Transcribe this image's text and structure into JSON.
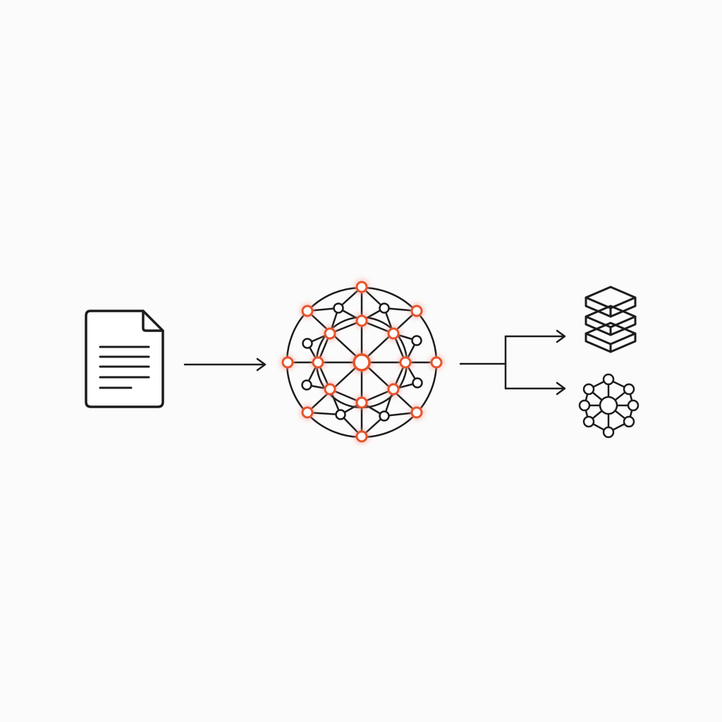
{
  "diagram": {
    "stages": [
      {
        "id": "input",
        "icon": "document-icon"
      },
      {
        "id": "processing",
        "icon": "neural-network-globe-icon"
      },
      {
        "id": "output-storage",
        "icon": "database-stack-icon"
      },
      {
        "id": "output-graph",
        "icon": "knowledge-graph-icon"
      }
    ],
    "connectors": [
      {
        "from": "input",
        "to": "processing",
        "icon": "arrow-right-icon"
      },
      {
        "from": "processing",
        "to": "output-storage",
        "icon": "branch-arrow-icon"
      },
      {
        "from": "processing",
        "to": "output-graph",
        "icon": "branch-arrow-icon"
      }
    ]
  },
  "colors": {
    "background": "#fbfbfb",
    "ink": "#1c1c1c",
    "accent": "#e8532a",
    "accent_glow": "#f4a27f",
    "node_fill": "#ffffff"
  }
}
